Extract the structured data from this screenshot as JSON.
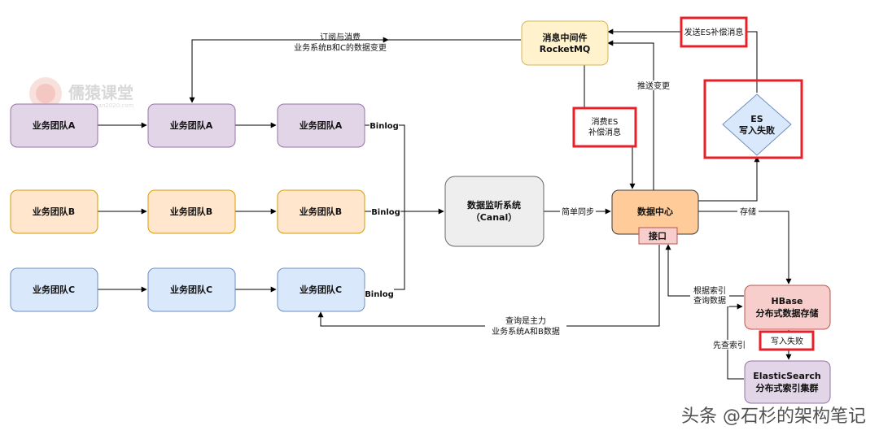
{
  "watermark": {
    "logo_text": "儒猿课堂",
    "logo_url": "www.ruyuan2020.com",
    "footer": "头条 @石杉的架构笔记"
  },
  "nodes": {
    "teamA1": "业务团队A",
    "teamA2": "业务团队A",
    "teamA3": "业务团队A",
    "teamB1": "业务团队B",
    "teamB2": "业务团队B",
    "teamB3": "业务团队B",
    "teamC1": "业务团队C",
    "teamC2": "业务团队C",
    "teamC3": "业务团队C",
    "mq": [
      "消息中间件",
      "RocketMQ"
    ],
    "canal": [
      "数据监听系统",
      "（Canal）"
    ],
    "datacenter": "数据中心",
    "api": "接口",
    "es_fail": [
      "ES",
      "写入失败"
    ],
    "hbase": [
      "HBase",
      "分布式数据存储"
    ],
    "elastic": [
      "ElasticSearch",
      "分布式索引集群"
    ]
  },
  "edge_labels": {
    "subscribe": [
      "订阅与消费",
      "业务系统B和C的数据变更"
    ],
    "binlog_a": "Binlog",
    "binlog_b": "Binlog",
    "binlog_c": "Binlog",
    "simple_sync": "简单同步",
    "push_change": "推送变更",
    "consume_es": [
      "消费ES",
      "补偿消息"
    ],
    "send_es": "发送ES补偿消息",
    "store": "存储",
    "query_by_index": [
      "根据索引",
      "查询数据"
    ],
    "check_index": "先查索引",
    "write_fail": "写入失败",
    "query_main": [
      "查询是主力",
      "业务系统A和B数据"
    ]
  },
  "colors": {
    "purple_fill": "#e1d5e7",
    "purple_stroke": "#9673a6",
    "orange_fill": "#ffe6cc",
    "orange_stroke": "#d79b00",
    "blue_fill": "#dae8fc",
    "blue_stroke": "#6c8ebf",
    "yellow_fill": "#fff2cc",
    "yellow_stroke": "#d6b656",
    "gray_fill": "#eeeeee",
    "gray_stroke": "#666666",
    "red_fill": "#f8cecc",
    "red_stroke": "#b85450",
    "highlight": "#e8202a"
  }
}
